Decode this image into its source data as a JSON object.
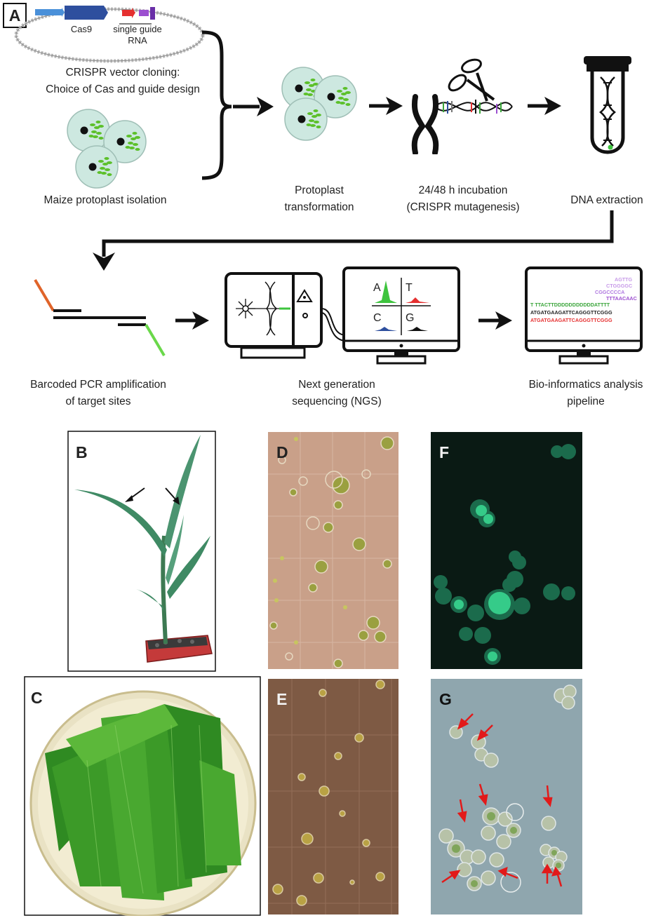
{
  "panel_a": {
    "letter": "A",
    "plasmid_cas9": "Cas9",
    "plasmid_sgrna_1": "single guide",
    "plasmid_sgrna_2": "RNA",
    "vector_title_1": "CRISPR vector cloning:",
    "vector_title_2": "Choice of Cas and guide design",
    "protoplast_isolation": "Maize protoplast isolation",
    "transformation_1": "Protoplast",
    "transformation_2": "transformation",
    "incubation_1": "24/48 h incubation",
    "incubation_2": "(CRISPR mutagenesis)",
    "dna_extraction": "DNA extraction",
    "pcr_1": "Barcoded PCR amplification",
    "pcr_2": "of target sites",
    "ngs_1": "Next  generation",
    "ngs_2": "sequencing (NGS)",
    "bioinfo_1": "Bio-informatics analysis",
    "bioinfo_2": "pipeline",
    "bases": [
      "A",
      "T",
      "C",
      "G"
    ],
    "seq_lines": [
      "AGTTG",
      "CTGGGGC",
      "CGGCCCCA",
      "TTTAACAAC",
      "T  TTACTTDDDDDDDDDDDATTTT",
      "ATGATGAAGATTCAGGGTTCGGG",
      "ATGATGAAGATTCAGGGTTCGGG"
    ]
  },
  "panels": {
    "b": "B",
    "c": "C",
    "d": "D",
    "e": "E",
    "f": "F",
    "g": "G"
  },
  "colors": {
    "cell_fill": "#cde8e0",
    "chloroplast": "#5cc02a",
    "cas9_blue": "#2e4f9e",
    "fluor_green": "#38d690",
    "red_arrow": "#e21a1a"
  }
}
